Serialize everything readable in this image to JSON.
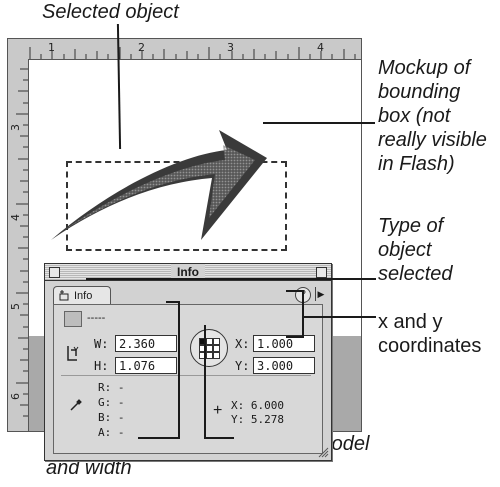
{
  "callouts": {
    "selected_object": "Selected object",
    "bounding_box": "Mockup of\nbounding\nbox (not\nreally visible\nin Flash)",
    "type_of_object": "Type of\nobject\nselected",
    "xy_coords": "x and y\ncoordinates",
    "height_width": "Height\nand width",
    "element_model": "Element model"
  },
  "ruler": {
    "top_numbers": [
      "1",
      "2",
      "3",
      "4"
    ],
    "left_numbers": [
      "3",
      "4",
      "5",
      "6"
    ]
  },
  "panel": {
    "title": "Info",
    "tab_label": "Info",
    "help_glyph": "?",
    "menu_glyph": "▶",
    "type_text": "-----",
    "w_label": "W:",
    "w_value": "2.360",
    "h_label": "H:",
    "h_value": "1.076",
    "x_label": "X:",
    "x_value": "1.000",
    "y_label": "Y:",
    "y_value": "3.000",
    "r_line": "R: -",
    "g_line": "G: -",
    "b_line": "B: -",
    "a_line": "A: -",
    "cursor_x": "X: 6.000",
    "cursor_y": "Y: 5.278"
  },
  "icons": {
    "tab": "info-icon",
    "constrain": "constrain-proportions-icon",
    "eyedropper": "eyedropper-icon",
    "crosshair": "crosshair-icon",
    "element_model": "registration-grid-icon"
  },
  "colors": {
    "stage_bg": "#a9a9a9",
    "panel_bg": "#d2d2d2",
    "arrow_fill": "#3a3a3a"
  }
}
